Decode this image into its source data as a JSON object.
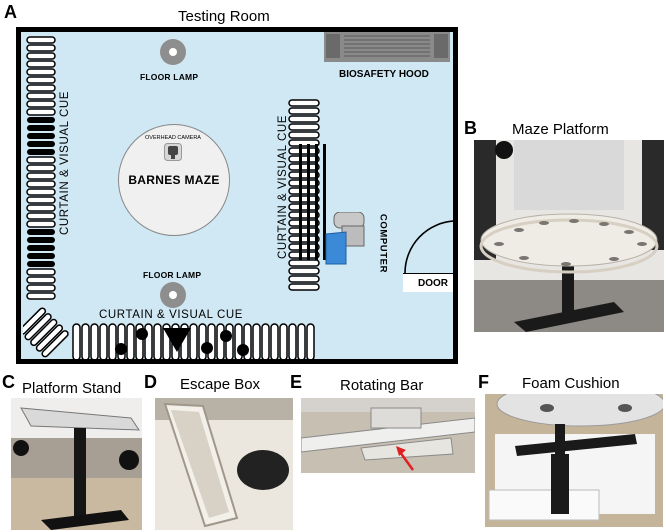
{
  "panel_a": {
    "letter": "A",
    "title": "Testing Room",
    "floor_lamp_top": "FLOOR LAMP",
    "floor_lamp_bottom": "FLOOR LAMP",
    "biosafety_hood": "BIOSAFETY HOOD",
    "overhead_camera": "OVERHEAD CAMERA",
    "barnes_maze": "BARNES MAZE",
    "curtain_left": "CURTAIN & VISUAL CUE",
    "curtain_middle": "CURTAIN & VISUAL CUE",
    "curtain_bottom": "CURTAIN & VISUAL CUE",
    "computer": "COMPUTER",
    "door": "DOOR"
  },
  "panel_b": {
    "letter": "B",
    "title": "Maze Platform"
  },
  "panel_c": {
    "letter": "C",
    "title": "Platform Stand"
  },
  "panel_d": {
    "letter": "D",
    "title": "Escape Box"
  },
  "panel_e": {
    "letter": "E",
    "title": "Rotating Bar"
  },
  "panel_f": {
    "letter": "F",
    "title": "Foam Cushion"
  },
  "colors": {
    "room_floor": "#cfe8f4",
    "walls": "#000000",
    "lamp": "#8e8e8e",
    "computer": "#3a8ad8",
    "arrow": "#e02020"
  }
}
